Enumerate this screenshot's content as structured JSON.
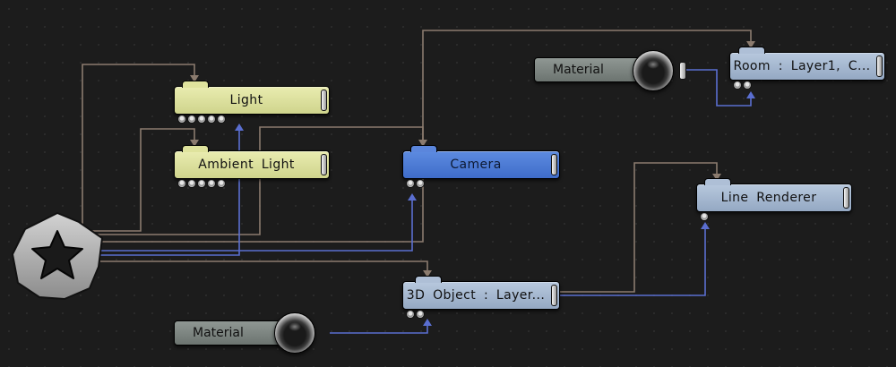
{
  "nodes": {
    "light": {
      "label": "Light"
    },
    "ambient_light": {
      "label": "Ambient  Light"
    },
    "camera": {
      "label": "Camera"
    },
    "room": {
      "label": "Room : Layer1,  C..."
    },
    "line_renderer": {
      "label": "Line  Renderer"
    },
    "object_3d": {
      "label": "3D  Object  :  Layer..."
    },
    "material_top": {
      "label": "Material"
    },
    "material_bottom": {
      "label": "Material"
    }
  },
  "colors": {
    "wire_tan": "#8b7b6e",
    "wire_blue": "#5a6ed0",
    "node_yellow": "#dfe39d",
    "node_blue": "#4f7fd8",
    "node_steel": "#a7b9d1"
  },
  "icons": {
    "root": "star-gear-icon",
    "material": "sphere-icon",
    "port": "socket-icon",
    "grip": "grip-handle-icon"
  }
}
